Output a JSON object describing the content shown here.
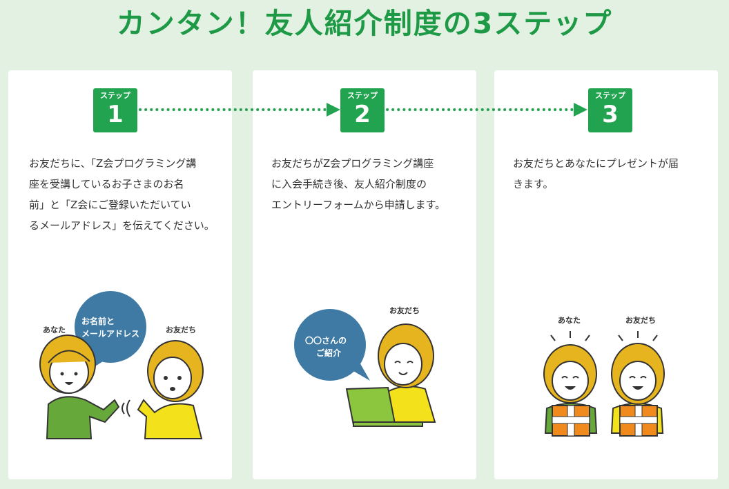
{
  "title": "カンタン！友人紹介制度の3ステップ",
  "colors": {
    "accent": "#21a34f",
    "title": "#1e9a46",
    "background": "#e3f1e3",
    "bubble": "#3e7aa4",
    "yellow_shirt": "#f3e21b",
    "green_shirt": "#66a83a",
    "gift": "#f08a1c",
    "laptop": "#8cc63f"
  },
  "steps": [
    {
      "label": "ステップ",
      "number": "1",
      "text": "お友だちに、「Z会プログラミング講\n座を受講しているお子さまのお名\n前」と「Z会にご登録いただいてい\nるメールアドレス」を伝えてください。",
      "illustration": {
        "bubble_line1": "お名前と",
        "bubble_line2": "メールアドレス",
        "label_left": "あなた",
        "label_right": "お友だち"
      }
    },
    {
      "label": "ステップ",
      "number": "2",
      "text": "お友だちがZ会プログラミング講座\nに入会手続き後、友人紹介制度の\nエントリーフォームから申請します。",
      "illustration": {
        "bubble_line1": "〇〇さんの",
        "bubble_line2": "ご紹介",
        "label_right": "お友だち"
      }
    },
    {
      "label": "ステップ",
      "number": "3",
      "text": "お友だちとあなたにプレゼントが届\nきます。",
      "illustration": {
        "label_left": "あなた",
        "label_right": "お友だち"
      }
    }
  ]
}
